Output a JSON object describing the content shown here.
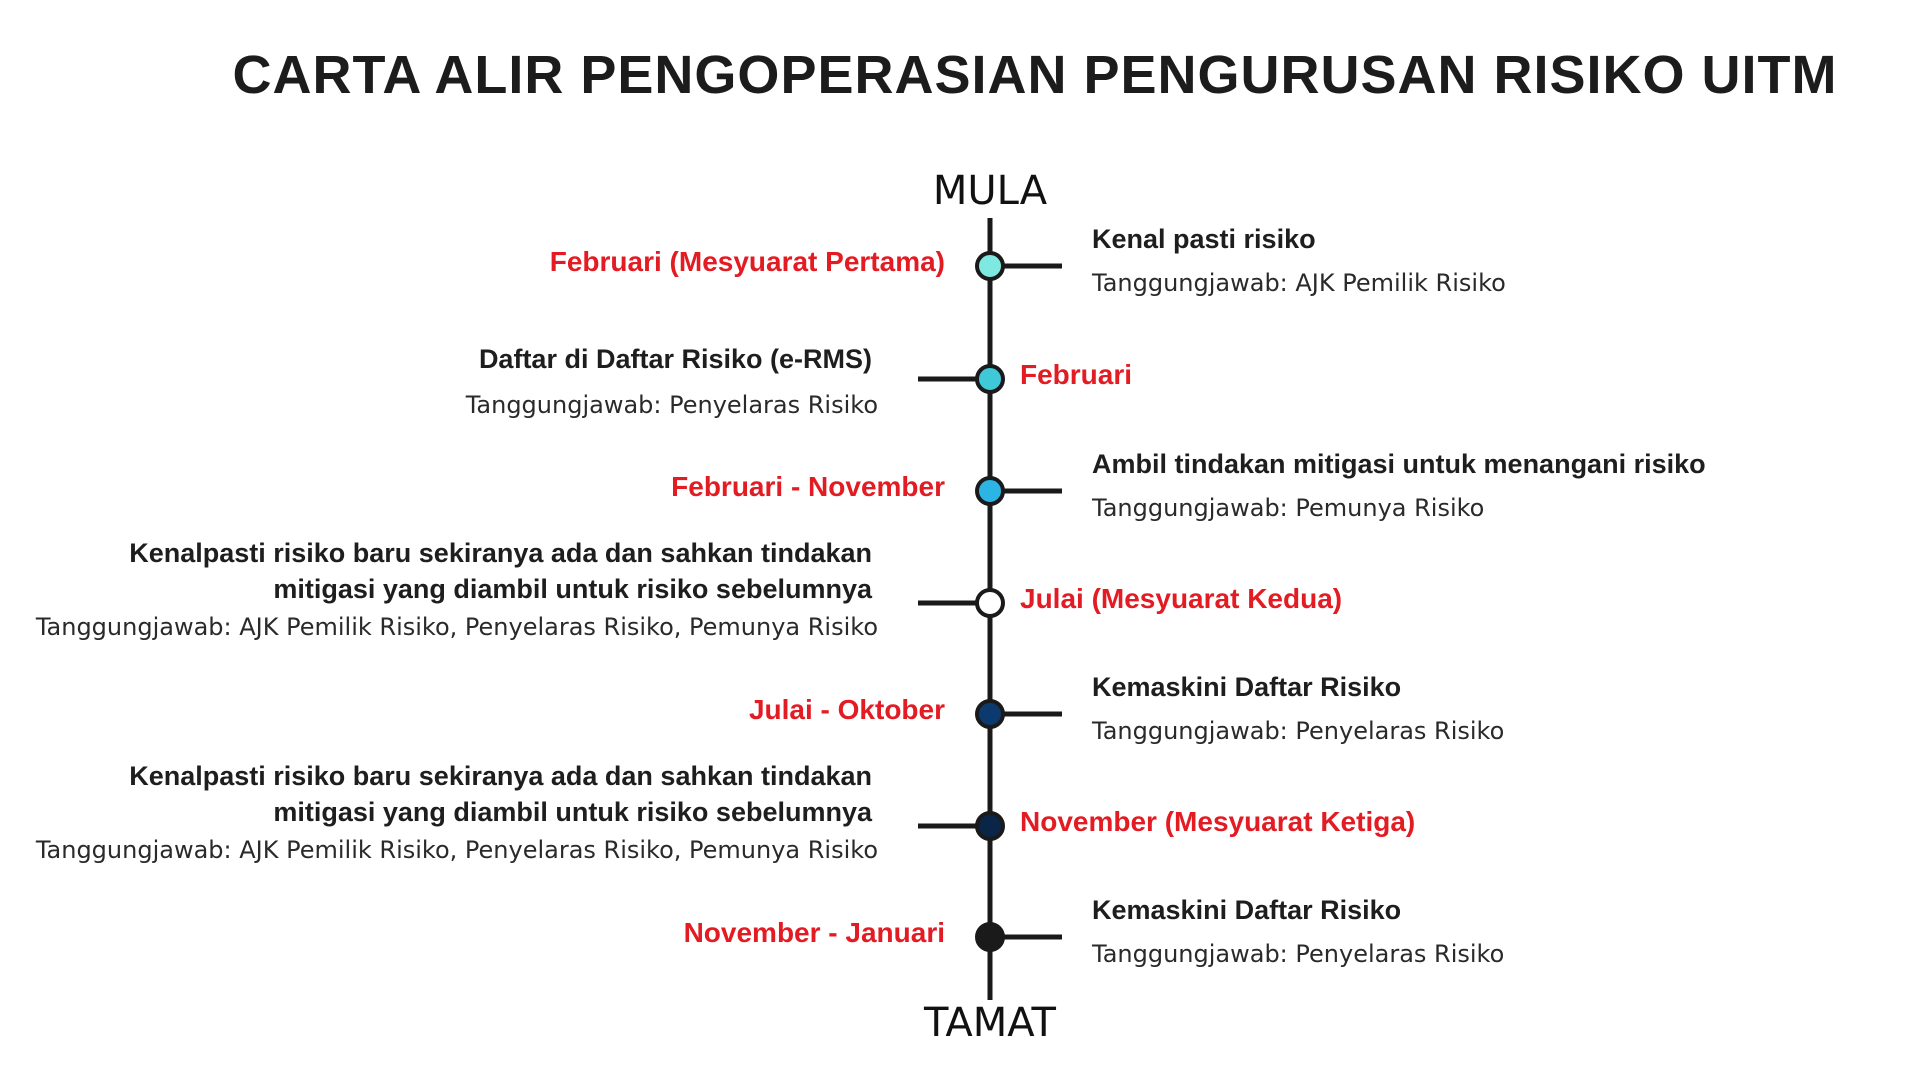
{
  "title": "CARTA ALIR PENGOPERASIAN PENGURUSAN RISIKO UITM",
  "start_label": "MULA",
  "end_label": "TAMAT",
  "colors": {
    "date": "#e31b23",
    "line": "#1a1a1a",
    "nodes": [
      "#7fe8e0",
      "#3ec8d8",
      "#2cb4e4",
      "#ffffff",
      "#0d3a6e",
      "#0a2548",
      "#1a1a1a"
    ]
  },
  "steps": [
    {
      "date": "Februari (Mesyuarat Pertama)",
      "activity": [
        "Kenal pasti risiko"
      ],
      "responsibility": "Tanggungjawab: AJK Pemilik Risiko"
    },
    {
      "date": "Februari",
      "activity": [
        "Daftar di Daftar Risiko (e-RMS)"
      ],
      "responsibility": "Tanggungjawab: Penyelaras Risiko"
    },
    {
      "date": "Februari - November",
      "activity": [
        "Ambil tindakan mitigasi untuk menangani risiko"
      ],
      "responsibility": "Tanggungjawab: Pemunya Risiko"
    },
    {
      "date": "Julai (Mesyuarat Kedua)",
      "activity": [
        "Kenalpasti risiko baru sekiranya ada dan sahkan tindakan",
        "mitigasi yang diambil untuk risiko sebelumnya"
      ],
      "responsibility": "Tanggungjawab: AJK Pemilik Risiko, Penyelaras Risiko, Pemunya Risiko"
    },
    {
      "date": "Julai - Oktober",
      "activity": [
        "Kemaskini Daftar Risiko"
      ],
      "responsibility": "Tanggungjawab: Penyelaras Risiko"
    },
    {
      "date": "November  (Mesyuarat Ketiga)",
      "activity": [
        "Kenalpasti risiko baru sekiranya ada dan sahkan tindakan",
        "mitigasi yang diambil untuk risiko sebelumnya"
      ],
      "responsibility": "Tanggungjawab: AJK Pemilik Risiko, Penyelaras Risiko, Pemunya Risiko"
    },
    {
      "date": "November - Januari",
      "activity": [
        "Kemaskini Daftar Risiko"
      ],
      "responsibility": "Tanggungjawab: Penyelaras Risiko"
    }
  ]
}
